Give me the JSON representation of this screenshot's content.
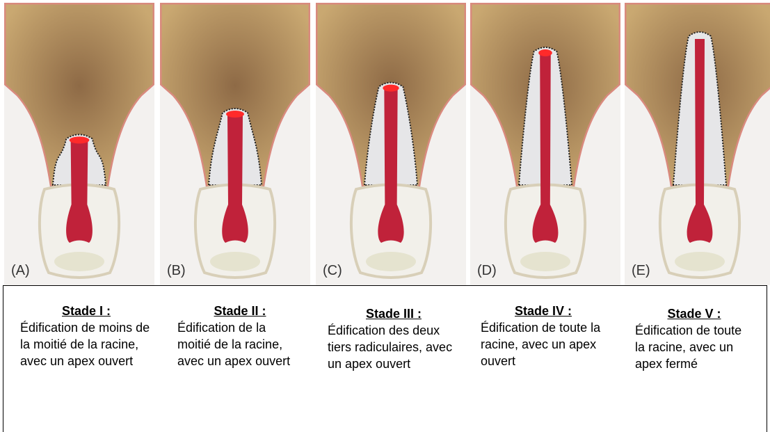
{
  "stages": [
    {
      "label": "(A)",
      "title": "Stade I :",
      "desc": "Édification de moins de la moitié de la racine, avec un apex ouvert",
      "root_fraction": 0.33
    },
    {
      "label": "(B)",
      "title": "Stade II :",
      "desc": "Édification de la moitié de la racine, avec un apex ouvert",
      "root_fraction": 0.5
    },
    {
      "label": "(C)",
      "title": "Stade III :",
      "desc": "Édification des deux tiers radiculaires, avec un apex ouvert",
      "root_fraction": 0.67
    },
    {
      "label": "(D)",
      "title": "Stade IV :",
      "desc": "Édification de toute la racine, avec un apex ouvert",
      "root_fraction": 0.9
    },
    {
      "label": "(E)",
      "title": "Stade V :",
      "desc": "Édification de toute la racine, avec un apex fermé",
      "root_fraction": 1.0
    }
  ],
  "colors": {
    "bone": "#c9a871",
    "socket": "#8e6a46",
    "gum": "#d98a7e",
    "pulp": "#c0223a",
    "apex": "#ff2a2a",
    "crown": "#f2f0ea"
  }
}
